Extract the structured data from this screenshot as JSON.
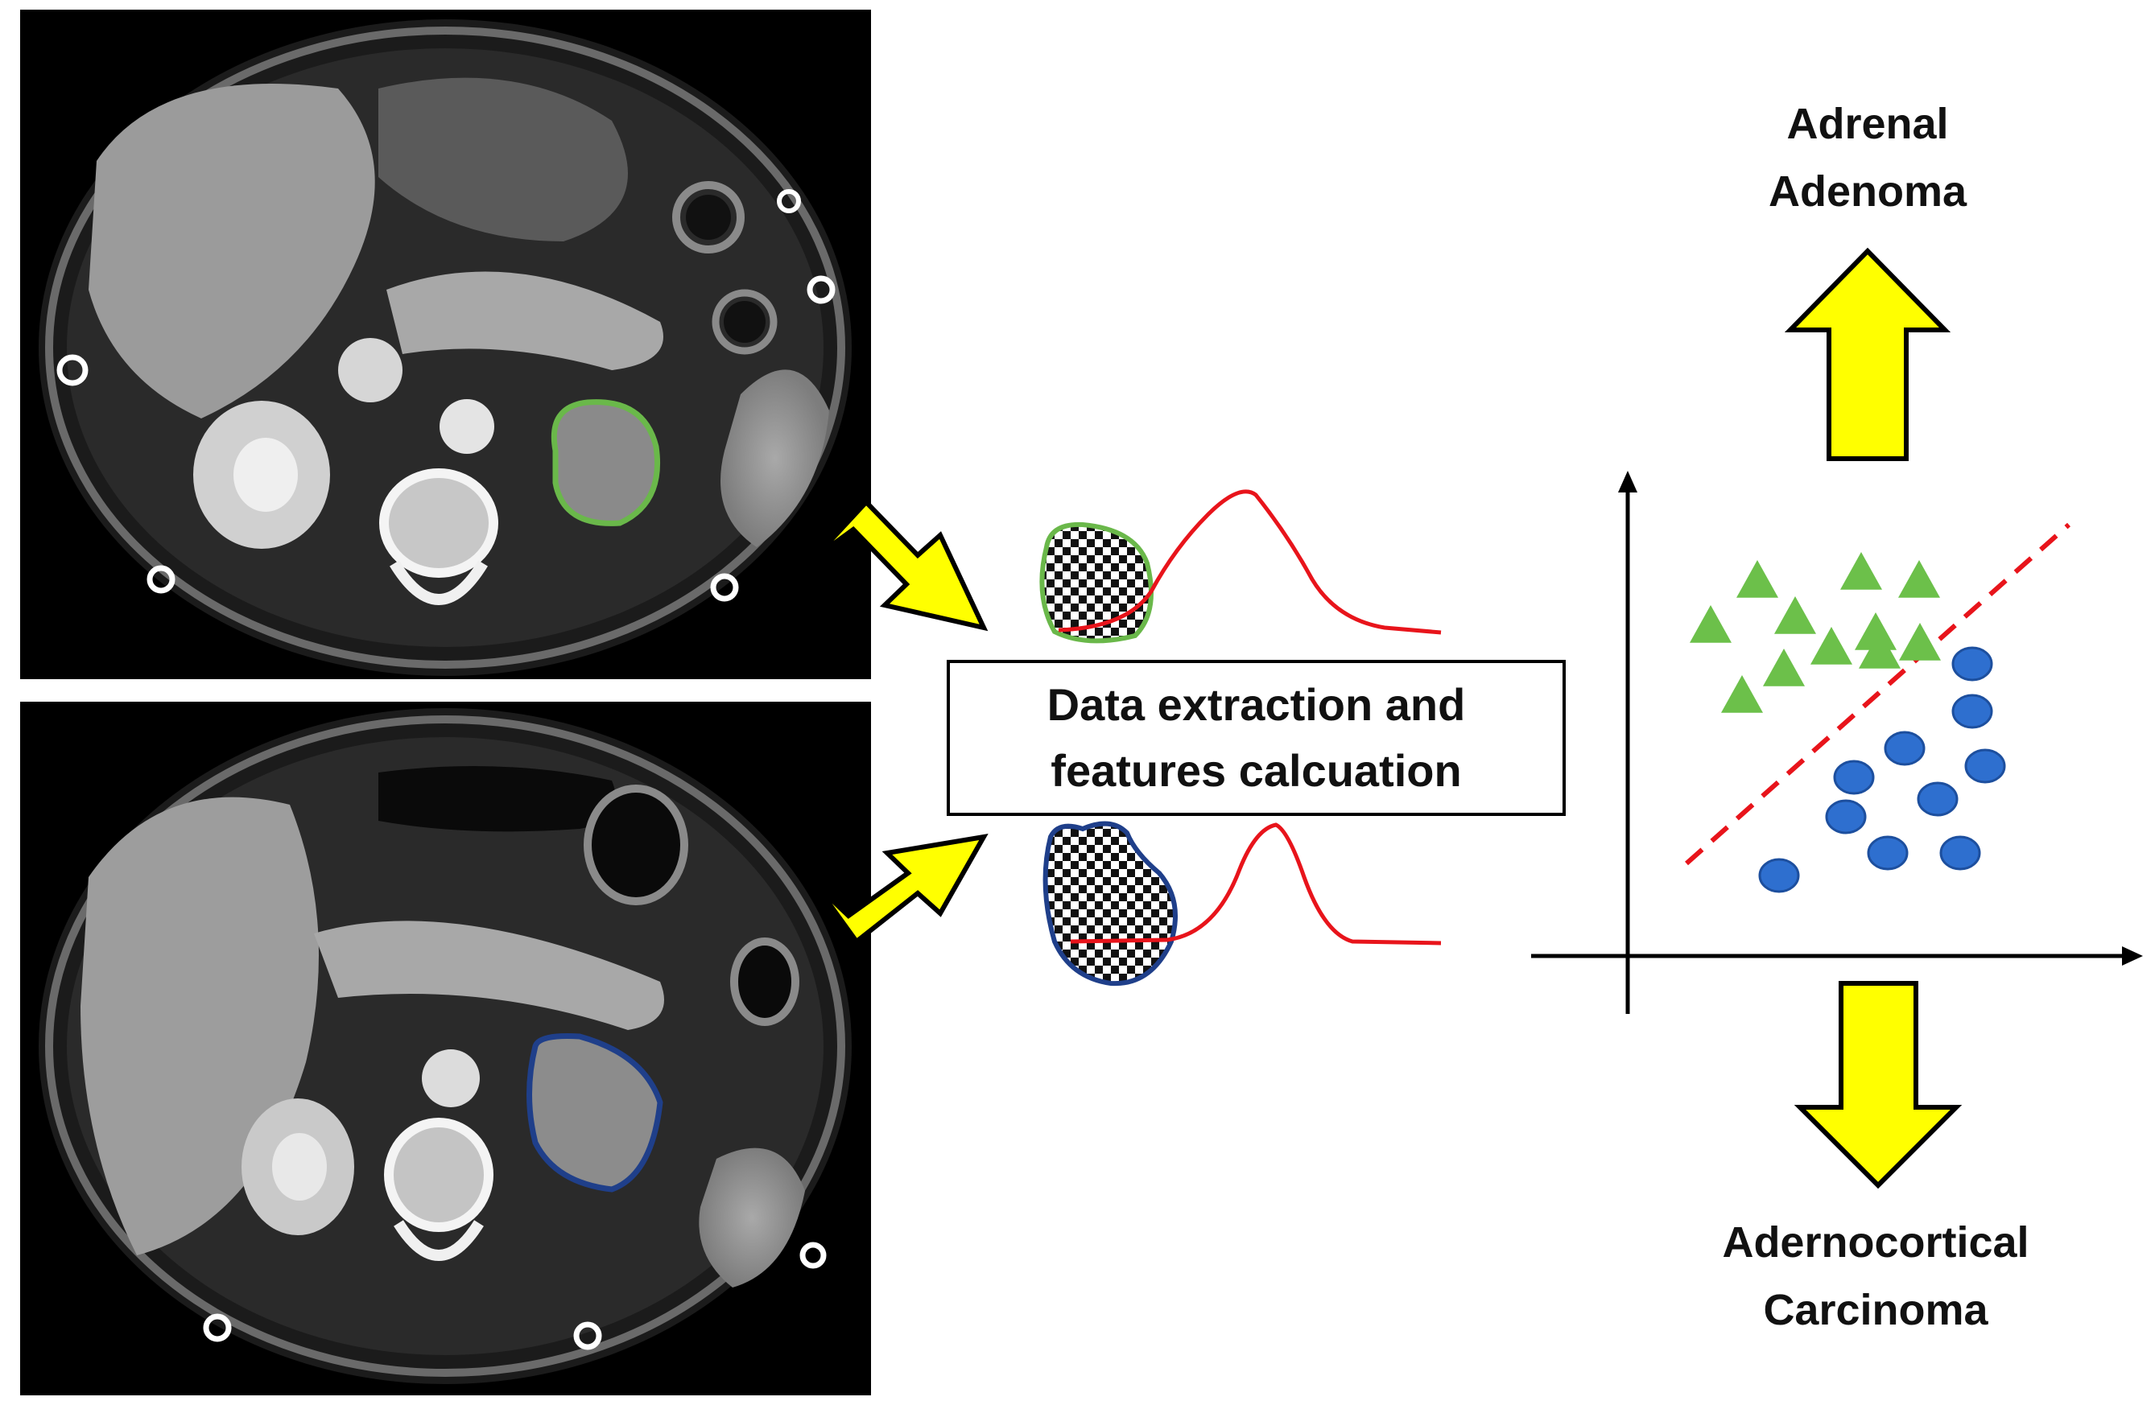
{
  "box": {
    "line1": "Data extraction and",
    "line2": "features calcuation"
  },
  "outcome_top": {
    "line1": "Adrenal",
    "line2": "Adenoma"
  },
  "outcome_bottom": {
    "line1": "Adernocortical",
    "line2": "Carcinoma"
  },
  "colors": {
    "adenoma_contour": "#6ab84a",
    "carcinoma_contour": "#1f3f8a",
    "histogram_curve": "#e8141b",
    "arrow_fill": "#ffff00",
    "triangle": "#6cc04a",
    "circle": "#2e6fcf",
    "boundary": "#e8141b"
  },
  "scatter": {
    "adenoma_marker": "triangle",
    "carcinoma_marker": "circle",
    "boundary_style": "dashed"
  },
  "icons": [
    "ct-scan-image",
    "roi-checkerboard-icon",
    "yellow-block-arrow-icon",
    "feature-scatter-plot"
  ]
}
